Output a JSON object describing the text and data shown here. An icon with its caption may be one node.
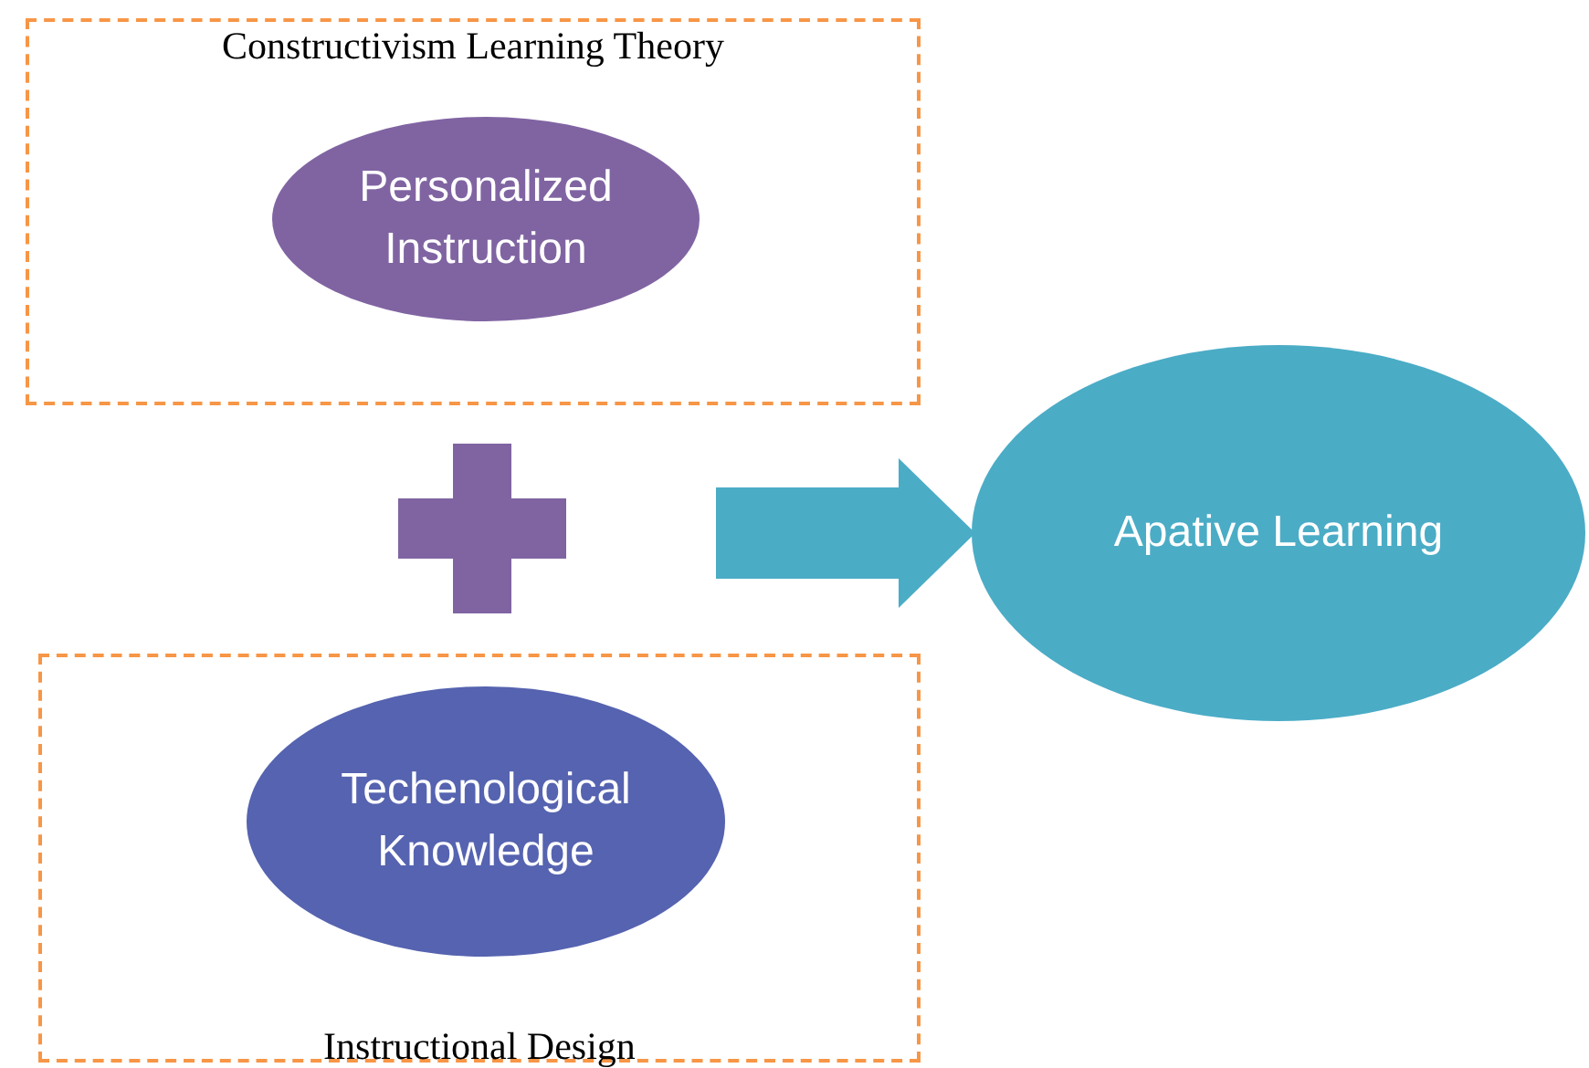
{
  "diagram": {
    "nodes": [
      {
        "text": [
          "Constructivism Learning Theory"
        ]
      },
      {
        "text": [
          "Personalized Instruction"
        ],
        "in": 0
      },
      {
        "text": [],
        "shape": "plus"
      },
      {
        "text": [
          "Instructional Design"
        ]
      },
      {
        "text": [
          "Techenological Knowledge"
        ],
        "in": 3
      },
      {
        "text": [
          "Apative Learning"
        ]
      }
    ],
    "edges": [
      {
        "from": null,
        "to": 5,
        "arrow": "to"
      }
    ]
  }
}
